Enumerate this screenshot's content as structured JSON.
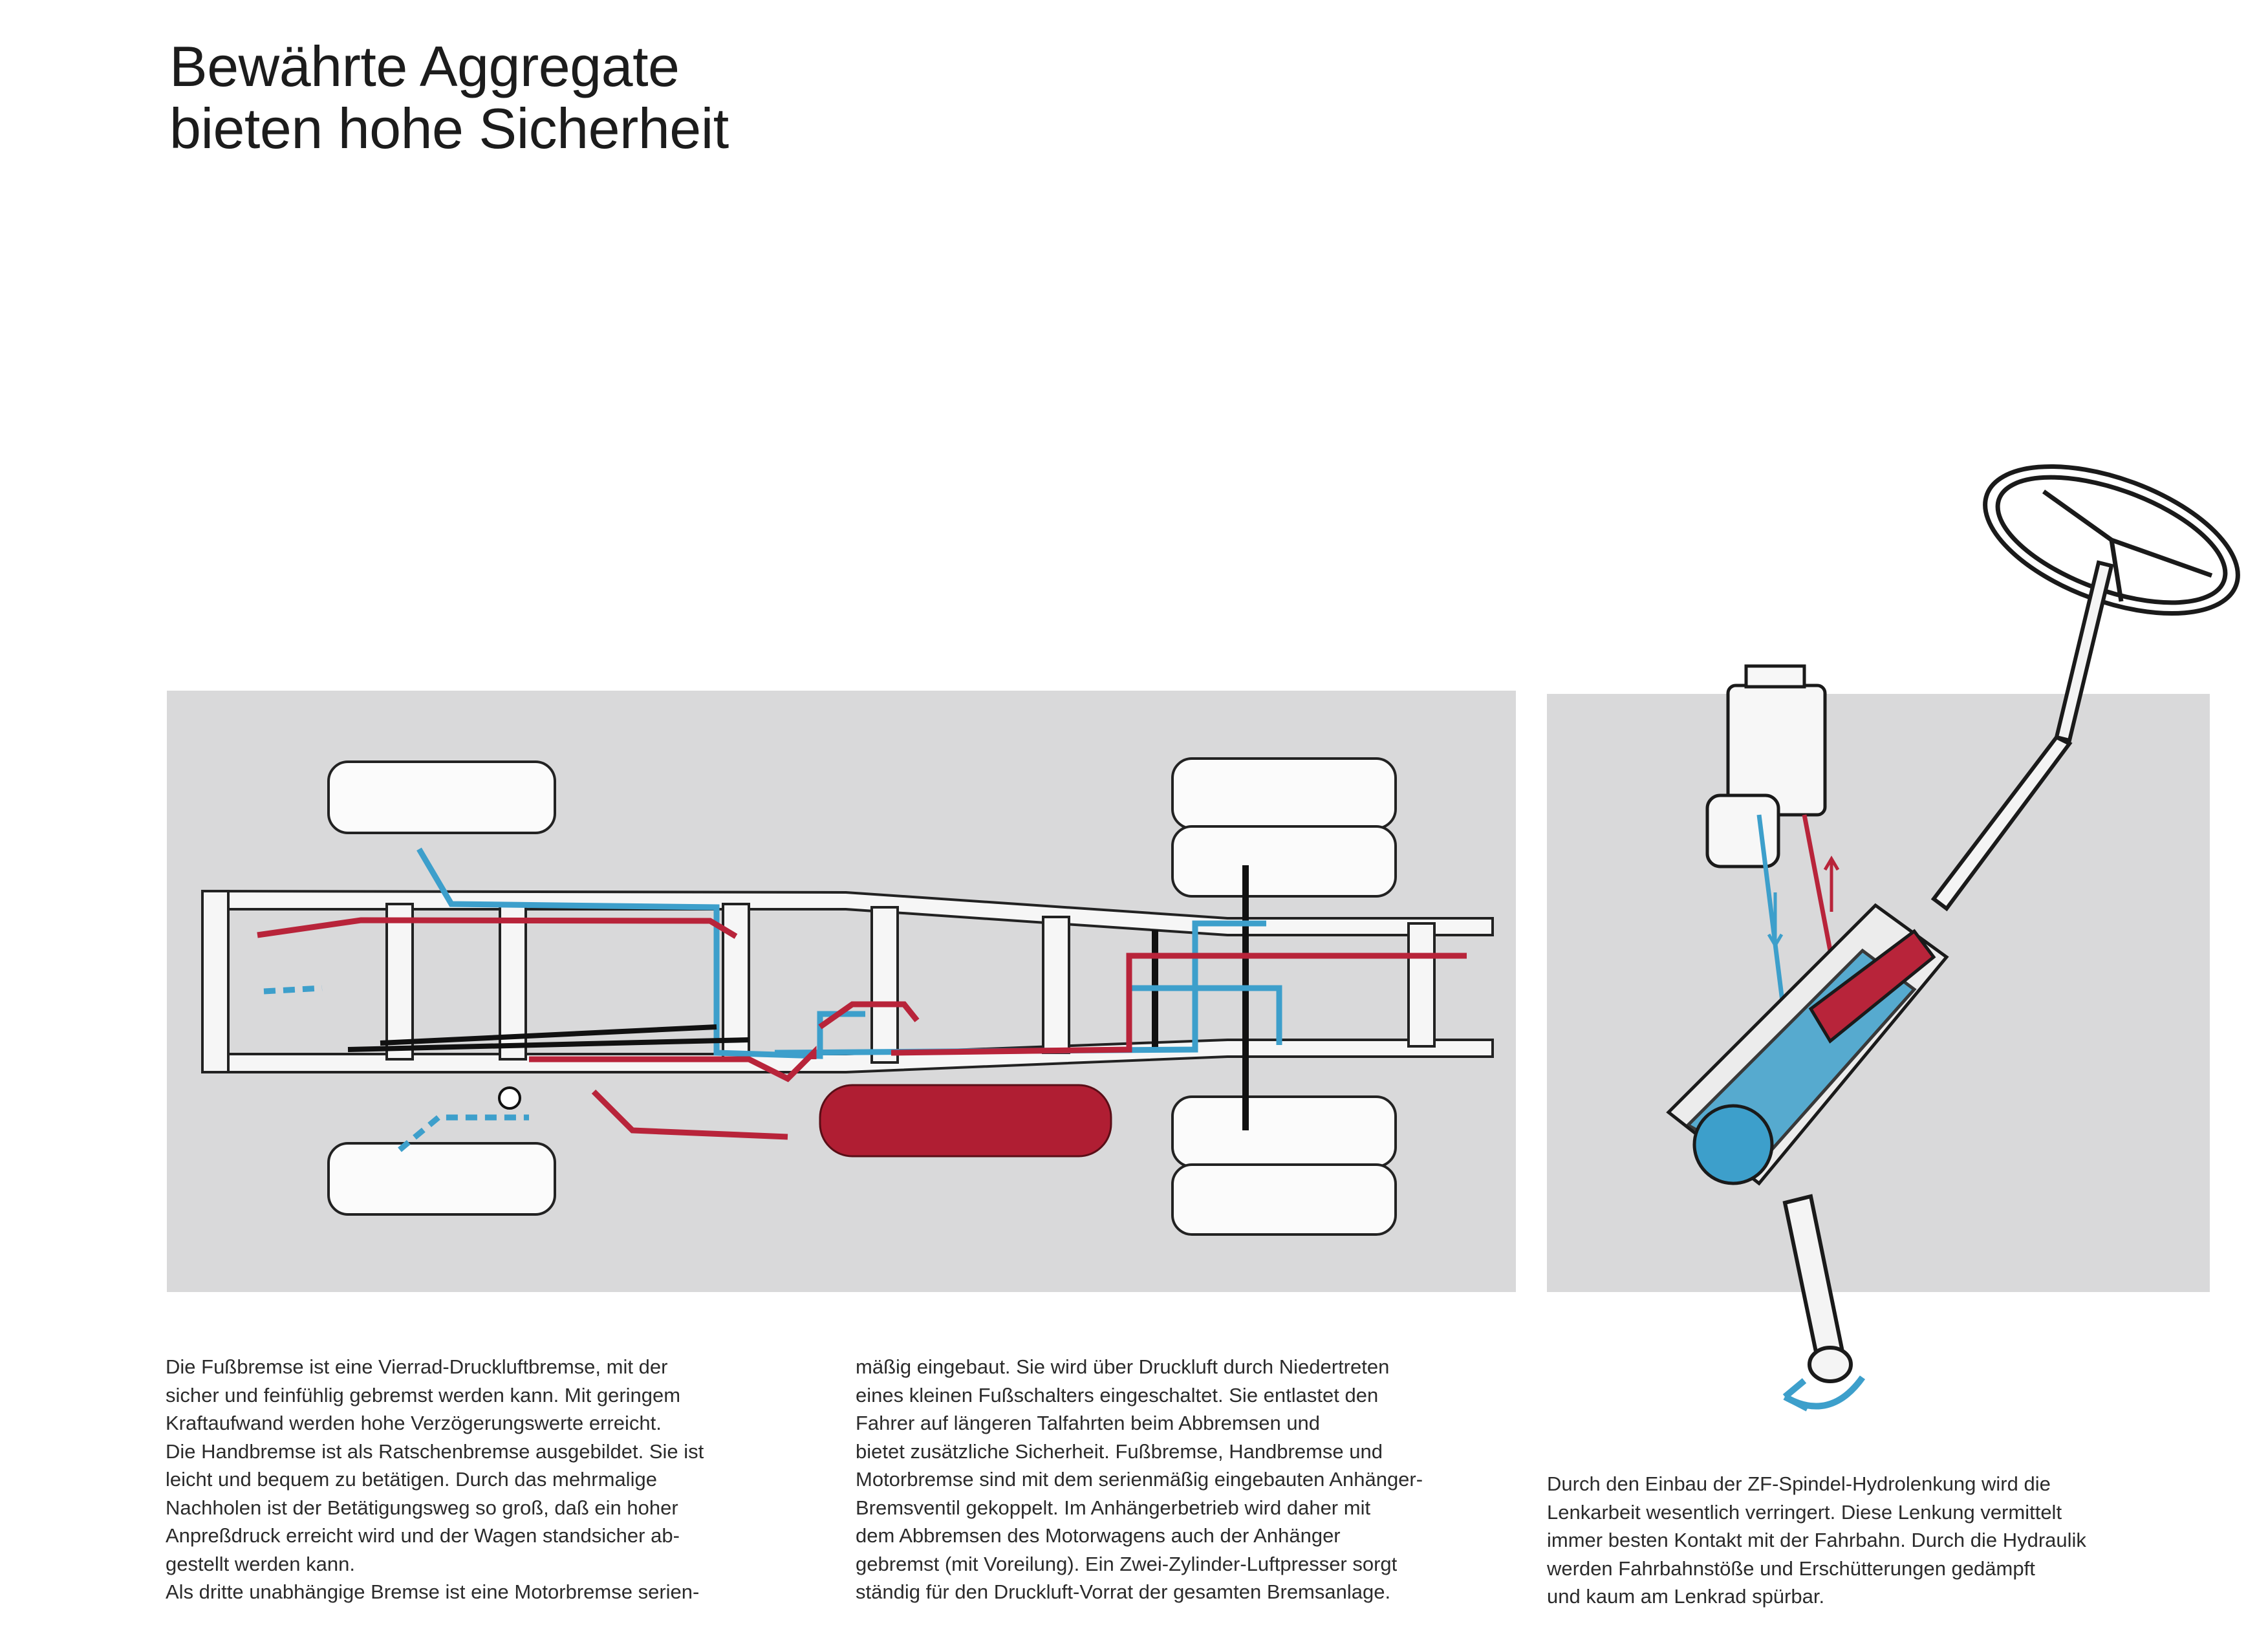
{
  "headline": {
    "line1": "Bewährte Aggregate",
    "line2": "bieten hohe Sicherheit"
  },
  "colors": {
    "air_line_blue": "#3d9fcb",
    "air_line_red": "#b8243a",
    "air_tank_red": "#b01e33",
    "panel_gray": "#d9d9da",
    "frame_white": "#f7f7f7"
  },
  "text_column_1": [
    "Die Fußbremse ist eine Vierrad-Druckluftbremse, mit der",
    "sicher und feinfühlig gebremst werden kann. Mit geringem",
    "Kraftaufwand werden hohe Verzögerungswerte erreicht.",
    "Die Handbremse ist als Ratschenbremse ausgebildet. Sie ist",
    "leicht und bequem zu betätigen. Durch das mehrmalige",
    "Nachholen ist der Betätigungsweg so groß, daß ein hoher",
    "Anpreßdruck erreicht wird und der Wagen standsicher ab-",
    "gestellt werden kann.",
    "Als dritte unabhängige Bremse ist eine Motorbremse serien-"
  ],
  "text_column_2": [
    "mäßig eingebaut. Sie wird über Druckluft durch Niedertreten",
    "eines kleinen Fußschalters eingeschaltet. Sie entlastet den",
    "Fahrer auf längeren Talfahrten beim Abbremsen und",
    "bietet zusätzliche Sicherheit. Fußbremse, Handbremse und",
    "Motorbremse sind mit dem serienmäßig eingebauten Anhänger-",
    "Bremsventil gekoppelt. Im Anhängerbetrieb wird daher mit",
    "dem Abbremsen des Motorwagens auch der Anhänger",
    "gebremst (mit Voreilung). Ein Zwei-Zylinder-Luftpresser sorgt",
    "ständig für den Druckluft-Vorrat der gesamten Bremsanlage."
  ],
  "text_column_3": [
    "Durch den Einbau der ZF-Spindel-Hydrolenkung wird die",
    "Lenkarbeit wesentlich verringert. Diese Lenkung vermittelt",
    "immer besten Kontakt mit der Fahrbahn. Durch die Hydraulik",
    "werden Fahrbahnstöße und Erschütterungen gedämpft",
    "und kaum am Lenkrad spürbar."
  ]
}
